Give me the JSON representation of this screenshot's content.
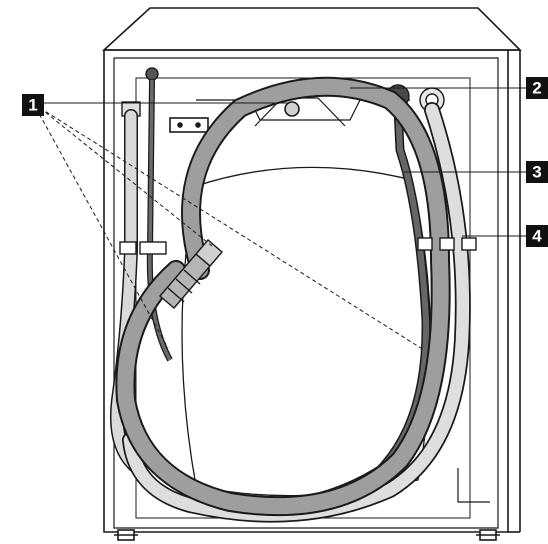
{
  "callouts": [
    {
      "id": "1",
      "label": "1"
    },
    {
      "id": "2",
      "label": "2"
    },
    {
      "id": "3",
      "label": "3"
    },
    {
      "id": "4",
      "label": "4"
    }
  ],
  "colors": {
    "outline": "#1a1a1a",
    "hose_grey": "#9a9a9a",
    "hose_light": "#d9d9d9",
    "hose_dark": "#5e5e5e",
    "callout_bg": "#111111",
    "callout_text": "#ffffff"
  },
  "icons": [
    "washing-machine-back-diagram",
    "inlet-hose",
    "drain-hose",
    "hose-clip",
    "transport-bolt-hole"
  ]
}
